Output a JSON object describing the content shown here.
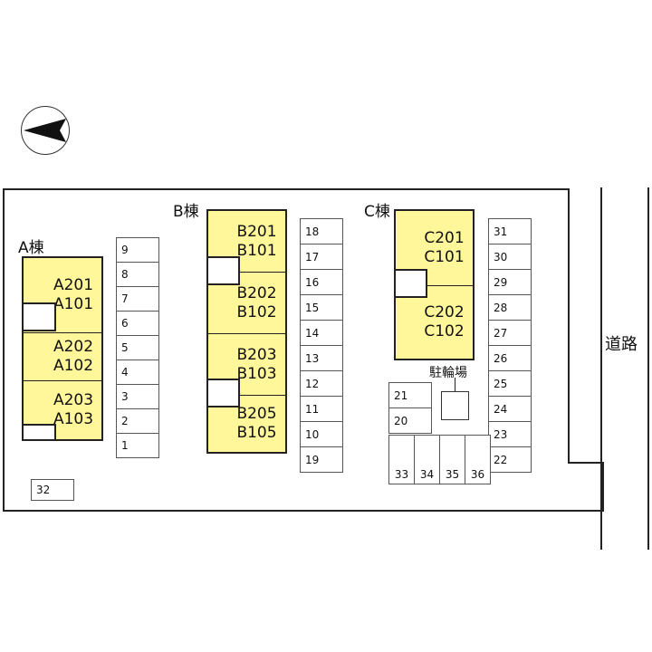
{
  "road_label": "道路",
  "bike_label": "駐輪場",
  "buildings": {
    "a": {
      "label": "A棟",
      "units": [
        [
          "A201",
          "A101"
        ],
        [
          "A202",
          "A102"
        ],
        [
          "A203",
          "A103"
        ]
      ]
    },
    "b": {
      "label": "B棟",
      "units": [
        [
          "B201",
          "B101"
        ],
        [
          "B202",
          "B102"
        ],
        [
          "B203",
          "B103"
        ],
        [
          "B205",
          "B105"
        ]
      ]
    },
    "c": {
      "label": "C棟",
      "units": [
        [
          "C201",
          "C101"
        ],
        [
          "C202",
          "C102"
        ]
      ]
    }
  },
  "parking": {
    "col1": [
      "9",
      "8",
      "7",
      "6",
      "5",
      "4",
      "3",
      "2",
      "1"
    ],
    "col2": [
      "18",
      "17",
      "16",
      "15",
      "14",
      "13",
      "12",
      "11",
      "10",
      "19"
    ],
    "col3": [
      "31",
      "30",
      "29",
      "28",
      "27",
      "26",
      "25",
      "24",
      "23",
      "22"
    ],
    "pair": [
      "21",
      "20"
    ],
    "bottom": [
      "33",
      "34",
      "35",
      "36"
    ],
    "single": "32"
  },
  "colors": {
    "building": "#fff79a",
    "line": "#222222"
  },
  "compass": {
    "icon": "north-arrow-icon",
    "pointing": "left"
  }
}
